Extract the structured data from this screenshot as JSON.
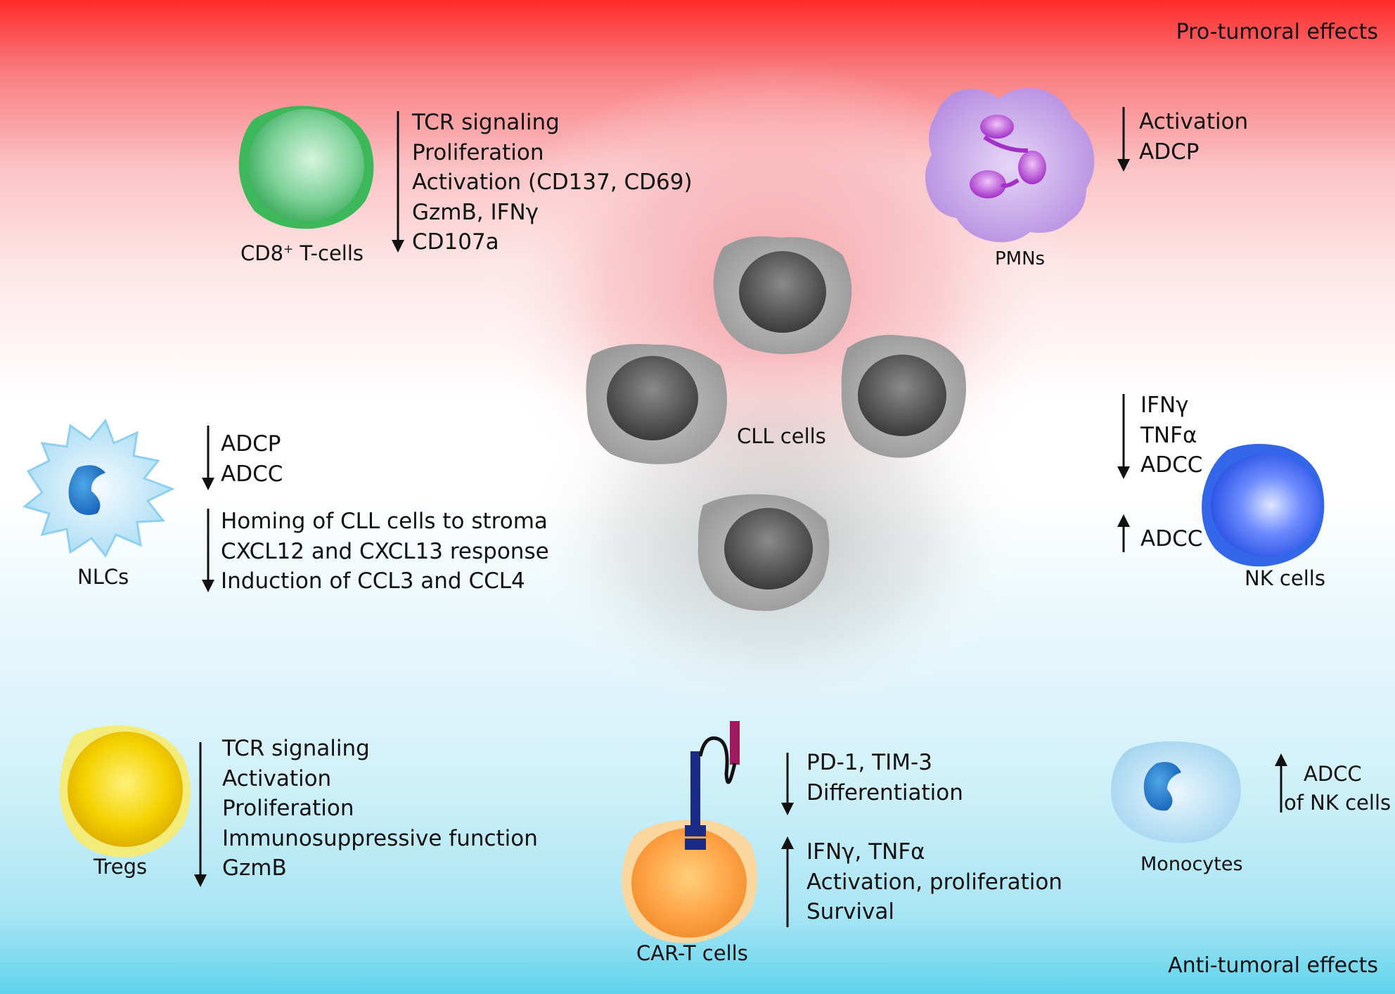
{
  "pro_tumoral_label": "Pro-tumoral effects",
  "anti_tumoral_label": "Anti-tumoral effects",
  "center": {
    "cll_label": "CLL cells"
  },
  "cd8": {
    "name_main": "CD8",
    "name_sup": "+",
    "name_rest": " T-cells",
    "effects": [
      "TCR signaling",
      "Proliferation",
      "Activation (CD137, CD69)",
      "GzmB, IFNγ",
      "CD107a"
    ],
    "direction": "down"
  },
  "pmns": {
    "name": "PMNs",
    "effects": [
      "Activation",
      "ADCP"
    ],
    "direction": "down"
  },
  "nlcs": {
    "name": "NLCs",
    "group1": {
      "effects": [
        "ADCP",
        "ADCC"
      ],
      "direction": "down"
    },
    "group2": {
      "effects": [
        "Homing of CLL cells to stroma",
        "CXCL12 and CXCL13 response",
        "Induction of CCL3 and CCL4"
      ],
      "direction": "down"
    }
  },
  "nk": {
    "name": "NK cells",
    "group1": {
      "effects": [
        "IFNγ",
        "TNFα",
        "ADCC"
      ],
      "direction": "down"
    },
    "group2": {
      "effects": [
        "ADCC"
      ],
      "direction": "up"
    }
  },
  "tregs": {
    "name": "Tregs",
    "effects": [
      "TCR signaling",
      "Activation",
      "Proliferation",
      "Immunosuppressive function",
      "GzmB"
    ],
    "direction": "down"
  },
  "cart": {
    "name": "CAR-T cells",
    "group1": {
      "effects": [
        "PD-1, TIM-3",
        "Differentiation"
      ],
      "direction": "down"
    },
    "group2": {
      "effects": [
        "IFNγ, TNFα",
        "Activation, proliferation",
        "Survival"
      ],
      "direction": "up"
    }
  },
  "monocytes": {
    "name": "Monocytes",
    "effects": [
      "ADCC",
      "of NK cells"
    ],
    "direction": "up"
  },
  "colors": {
    "pro_tumoral": "#ff2a2a",
    "anti_tumoral": "#5fd3ec",
    "cd8_cell": "#3dbb5c",
    "pmn_cell": "#b98ce0",
    "nlc_cell": "#8ecff0",
    "nk_cell": "#2f6fe8",
    "treg_cell": "#f2d200",
    "cart_cell": "#f7a040",
    "monocyte_cell": "#9fd3ee",
    "cll_cell": "#777777"
  }
}
